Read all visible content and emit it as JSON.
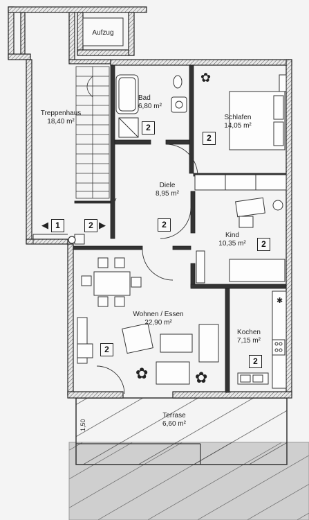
{
  "rooms": {
    "aufzug": {
      "name": "Aufzug"
    },
    "treppenhaus": {
      "name": "Treppenhaus",
      "area": "18,40 m²"
    },
    "bad": {
      "name": "Bad",
      "area": "6,80 m²"
    },
    "schlafen": {
      "name": "Schlafen",
      "area": "14,05 m²"
    },
    "diele": {
      "name": "Diele",
      "area": "8,95 m²"
    },
    "kind": {
      "name": "Kind",
      "area": "10,35 m²"
    },
    "wohnen": {
      "name": "Wohnen / Essen",
      "area": "22,90 m²"
    },
    "kochen": {
      "name": "Kochen",
      "area": "7,15 m²"
    },
    "terrase": {
      "name": "Terrase",
      "area": "6,60 m²"
    }
  },
  "badges": {
    "b1": "1",
    "b2": "2"
  },
  "dimension": "1,50",
  "colors": {
    "wall": "#2a2a2a",
    "paper": "#f4f4f4",
    "hatch": "#444444"
  }
}
